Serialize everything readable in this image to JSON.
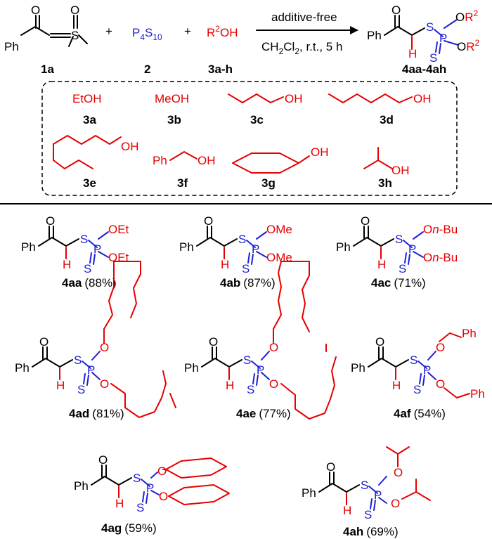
{
  "colors": {
    "black": "#000000",
    "red": "#e60000",
    "blue": "#1f1fd6"
  },
  "reaction": {
    "plus": "+",
    "reagent_p4s10": {
      "p": "P",
      "p_sub": "4",
      "s": "S",
      "s_sub": "10"
    },
    "reagent_alcohol": {
      "r": "R",
      "r_sup": "2",
      "oh": "OH"
    },
    "conditions_top": "additive-free",
    "conditions_bottom": {
      "part1": "CH",
      "sub1": "2",
      "part2": "Cl",
      "sub2": "2",
      "part3": ", r.t., 5 h"
    },
    "labels": {
      "ylide": "1a",
      "p4s10": "2",
      "alcohols": "3a-h",
      "products": "4aa-4ah"
    }
  },
  "atoms": {
    "O": "O",
    "S": "S",
    "P": "P",
    "H": "H",
    "Ph": "Ph",
    "S_ylide": "S",
    "R2": "R",
    "sup2": "2"
  },
  "alcohols": [
    {
      "id": "3a",
      "text": "EtOH"
    },
    {
      "id": "3b",
      "text": "MeOH"
    },
    {
      "id": "3c",
      "oh": "OH"
    },
    {
      "id": "3d",
      "oh": "OH"
    },
    {
      "id": "3e",
      "oh": "OH"
    },
    {
      "id": "3f",
      "ph": "Ph",
      "oh": "OH"
    },
    {
      "id": "3g",
      "oh": "OH"
    },
    {
      "id": "3h",
      "oh": "OH"
    }
  ],
  "products": [
    {
      "id": "4aa",
      "yield": "(88%)",
      "group": "OEt"
    },
    {
      "id": "4ab",
      "yield": "(87%)",
      "group": "OMe"
    },
    {
      "id": "4ac",
      "yield": "(71%)",
      "group_prefix": "O",
      "group_italic": "n",
      "group_suffix": "-Bu"
    },
    {
      "id": "4ad",
      "yield": "(81%)"
    },
    {
      "id": "4ae",
      "yield": "(77%)"
    },
    {
      "id": "4af",
      "yield": "(54%)",
      "ph": "Ph"
    },
    {
      "id": "4ag",
      "yield": "(59%)"
    },
    {
      "id": "4ah",
      "yield": "(69%)"
    }
  ]
}
